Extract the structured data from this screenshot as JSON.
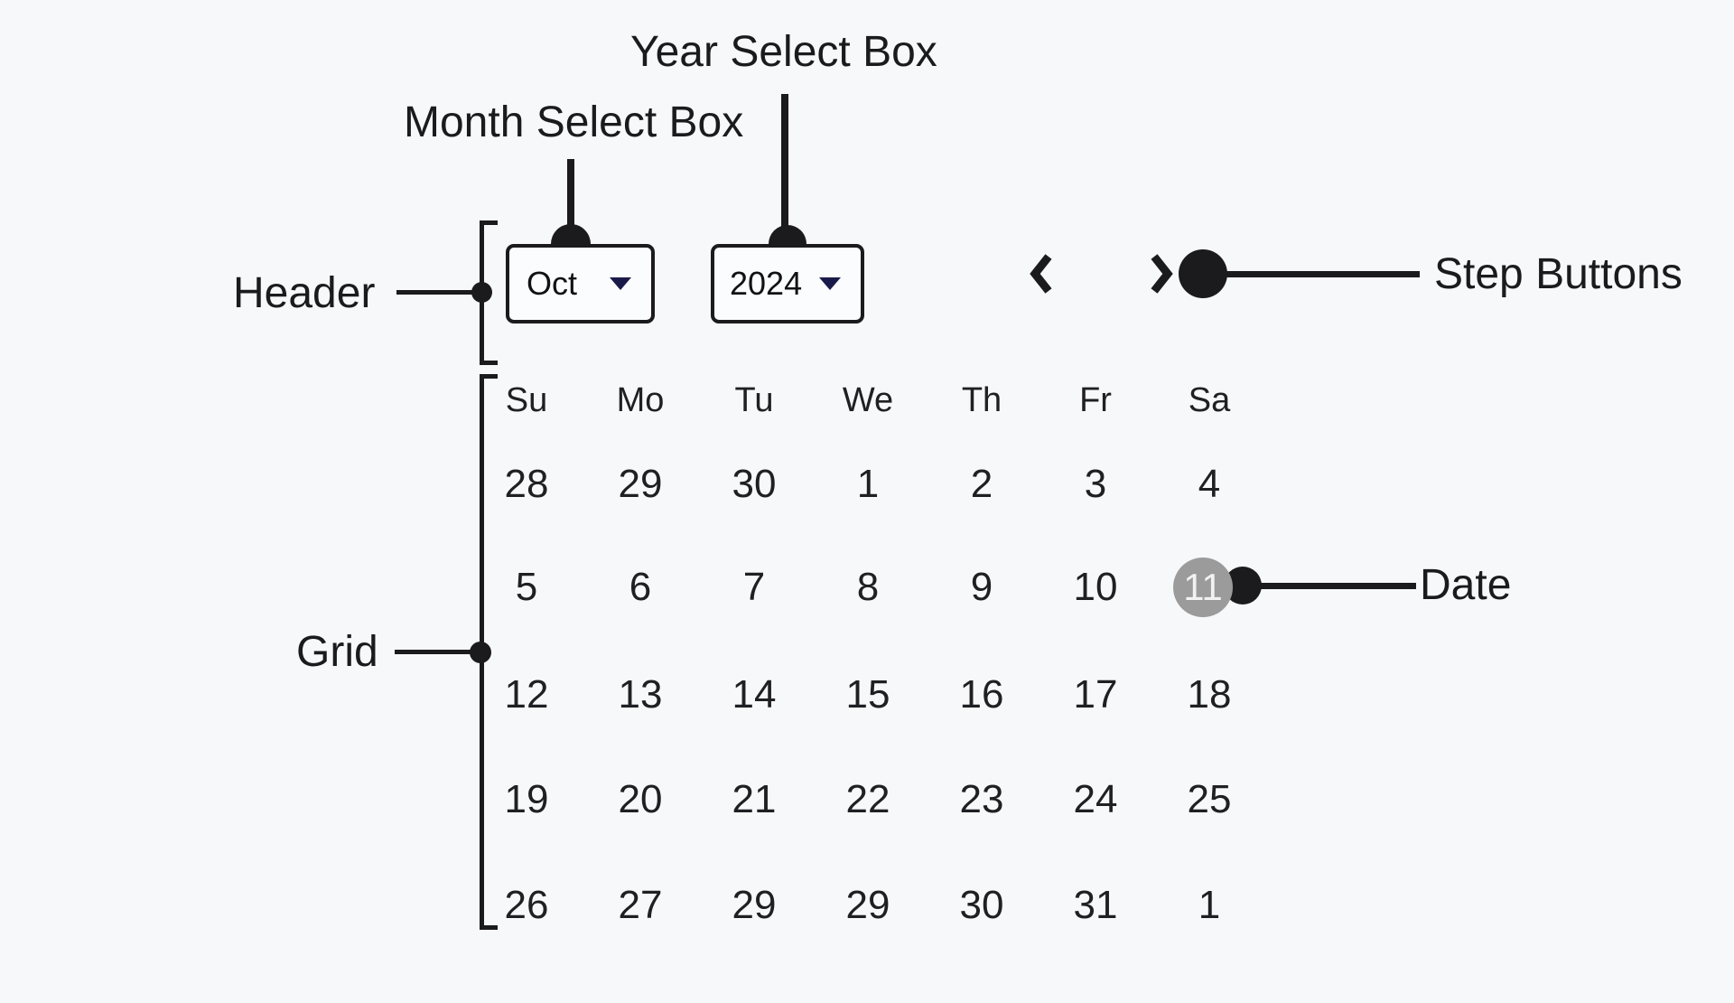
{
  "colors": {
    "background": "#f7f8fa",
    "ink": "#1b1b1d",
    "caret": "#1a1a4a",
    "selected_date_bg": "#9b9b9b",
    "selected_date_text": "#f2f2f2"
  },
  "annotations": {
    "year_select": "Year Select Box",
    "month_select": "Month Select Box",
    "header": "Header",
    "step_buttons": "Step Buttons",
    "grid": "Grid",
    "date": "Date"
  },
  "icons": {
    "month_dropdown": "caret-down",
    "year_dropdown": "caret-down",
    "prev": "chevron-left",
    "next": "chevron-right"
  },
  "calendar": {
    "month": "Oct",
    "year": "2024",
    "weekdays": [
      "Su",
      "Mo",
      "Tu",
      "We",
      "Th",
      "Fr",
      "Sa"
    ],
    "rows": [
      [
        "28",
        "29",
        "30",
        "1",
        "2",
        "3",
        "4"
      ],
      [
        "5",
        "6",
        "7",
        "8",
        "9",
        "10",
        "11"
      ],
      [
        "12",
        "13",
        "14",
        "15",
        "16",
        "17",
        "18"
      ],
      [
        "19",
        "20",
        "21",
        "22",
        "23",
        "24",
        "25"
      ],
      [
        "26",
        "27",
        "29",
        "29",
        "30",
        "31",
        "1"
      ]
    ],
    "selected_date": "11"
  }
}
